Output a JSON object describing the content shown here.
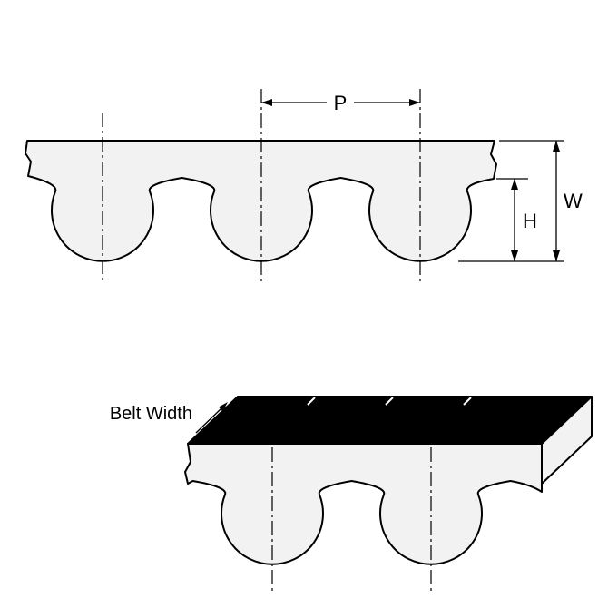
{
  "diagram": {
    "labels": {
      "pitch": "P",
      "overall_width": "W",
      "tooth_height": "H",
      "belt_width": "Belt Width"
    },
    "colors": {
      "background": "#ffffff",
      "line": "#000000",
      "belt_fill": "#f2f2f2",
      "top_face": "#000000"
    }
  }
}
